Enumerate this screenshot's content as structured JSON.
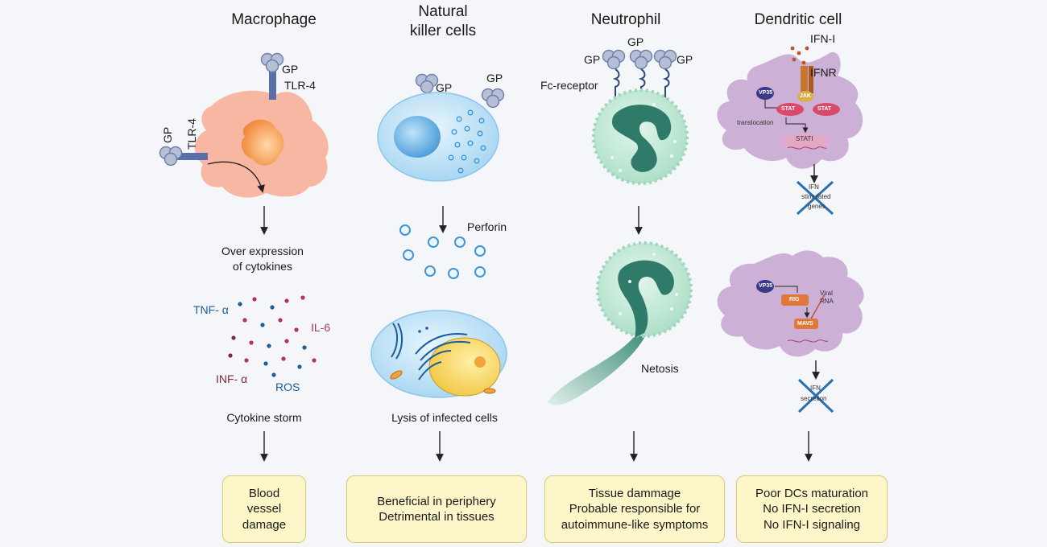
{
  "columns": {
    "macrophage": {
      "title": "Macrophage",
      "gp_top": "GP",
      "tlr_top": "TLR-4",
      "gp_left": "GP",
      "tlr_left": "TLR-4",
      "step1": [
        "Over expression",
        "of cytokines"
      ],
      "cytokines": {
        "tnf": "TNF- α",
        "il6": "IL-6",
        "inf": "INF- α",
        "ros": "ROS"
      },
      "step2": "Cytokine storm",
      "outcome": [
        "Blood",
        "vessel",
        "damage"
      ]
    },
    "nk": {
      "title": [
        "Natural",
        "killer cells"
      ],
      "gp1": "GP",
      "gp2": "GP",
      "perforin": "Perforin",
      "step": "Lysis of infected cells",
      "outcome": [
        "Beneficial in periphery",
        "Detrimental in tissues"
      ]
    },
    "neutrophil": {
      "title": "Neutrophil",
      "gp_top": "GP",
      "gp_left": "GP",
      "gp_right": "GP",
      "fc": "Fc-receptor",
      "netosis": "Netosis",
      "outcome": [
        "Tissue dammage",
        "Probable responsible for",
        "autoimmune-like symptoms"
      ]
    },
    "dendritic": {
      "title": "Dendritic cell",
      "ifn": "IFN-I",
      "ifnr": "IFNR",
      "vp": "VP35",
      "jak": "JAK",
      "stat_a": "STAT",
      "stat_b": "STAT",
      "translocation": "translocation",
      "stat1": "STATI",
      "crossed1": [
        "IFN",
        "stimulated",
        "genes"
      ],
      "vp2": "VP35",
      "rig": "RIG",
      "viral": [
        "Viral",
        "RNA"
      ],
      "mavs": "MAVS",
      "crossed2": [
        "IFN",
        "secretion"
      ],
      "outcome": [
        "Poor DCs maturation",
        "No IFN-I secretion",
        "No IFN-I signaling"
      ]
    }
  },
  "colors": {
    "macrophage": "#f7b7a3",
    "nucleus": "#f08a3c",
    "nk": "#bfe3f7",
    "nk_nucleus": "#5aa9e0",
    "neutrophil": "#bfe6d4",
    "neutrophil_nucleus": "#2f7a68",
    "dendritic": "#cdb0d6",
    "outcome_bg": "#fdf6c8",
    "cross": "#2a6fb0"
  }
}
